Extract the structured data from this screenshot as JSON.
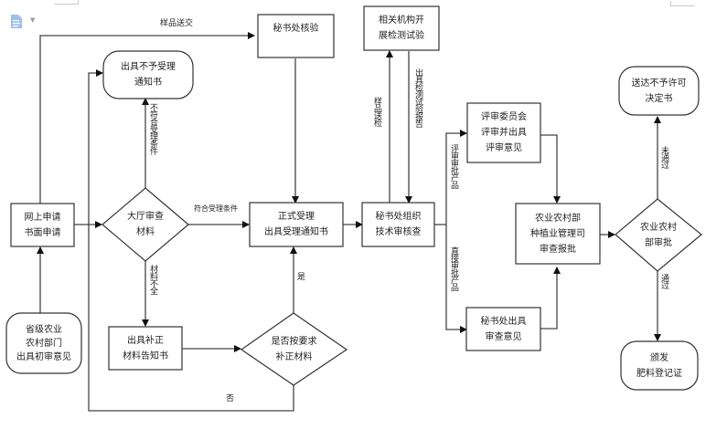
{
  "toolbar": {
    "doc_icon": "document-icon",
    "dropdown_icon": "caret-down-icon"
  },
  "flowchart": {
    "nodes": {
      "online_apply": {
        "lines": [
          "网上申请",
          "书面申请"
        ],
        "shape": "rect"
      },
      "provincial_opinion": {
        "lines": [
          "省级农业",
          "农村部门",
          "出具初审意见"
        ],
        "shape": "terminal"
      },
      "hall_review": {
        "lines": [
          "大厅审查",
          "材料"
        ],
        "shape": "diamond"
      },
      "reject_notice": {
        "lines": [
          "出具不予受理",
          "通知书"
        ],
        "shape": "terminal"
      },
      "secretariat_verify": {
        "lines": [
          "秘书处核验"
        ],
        "shape": "rect"
      },
      "formal_accept": {
        "lines": [
          "正式受理",
          "出具受理通知书"
        ],
        "shape": "rect"
      },
      "supplement_notice": {
        "lines": [
          "出具补正",
          "材料告知书"
        ],
        "shape": "rect"
      },
      "supplement_check": {
        "lines": [
          "是否按要求",
          "补正材料"
        ],
        "shape": "diamond"
      },
      "lab_test": {
        "lines": [
          "相关机构开",
          "展检测试验"
        ],
        "shape": "rect"
      },
      "tech_review": {
        "lines": [
          "秘书处组织",
          "技术审核查"
        ],
        "shape": "rect"
      },
      "committee_review": {
        "lines": [
          "评审委员会",
          "评审并出具",
          "评审意见"
        ],
        "shape": "rect"
      },
      "secretariat_opinion": {
        "lines": [
          "秘书处出具",
          "审查意见"
        ],
        "shape": "rect"
      },
      "ministry_bureau": {
        "lines": [
          "农业农村部",
          "种植业管理司",
          "审查报批"
        ],
        "shape": "rect"
      },
      "ministry_approval": {
        "lines": [
          "农业农村",
          "部审批"
        ],
        "shape": "diamond"
      },
      "deny_decision": {
        "lines": [
          "送达不予许可",
          "决定书"
        ],
        "shape": "terminal"
      },
      "issue_cert": {
        "lines": [
          "颁发",
          "肥料登记证"
        ],
        "shape": "terminal"
      }
    },
    "edge_labels": {
      "sample_submit": "样品送交",
      "not_meet": "不符合受理条件",
      "meet": "符合受理条件",
      "incomplete": "材料不全",
      "yes": "是",
      "no": "否",
      "sample_inspect": "样品送检",
      "test_report": "出具检测试验报告",
      "review_products": "评审审批产品",
      "direct_products": "直接审批产品",
      "not_passed": "未通过",
      "passed": "通过"
    }
  }
}
